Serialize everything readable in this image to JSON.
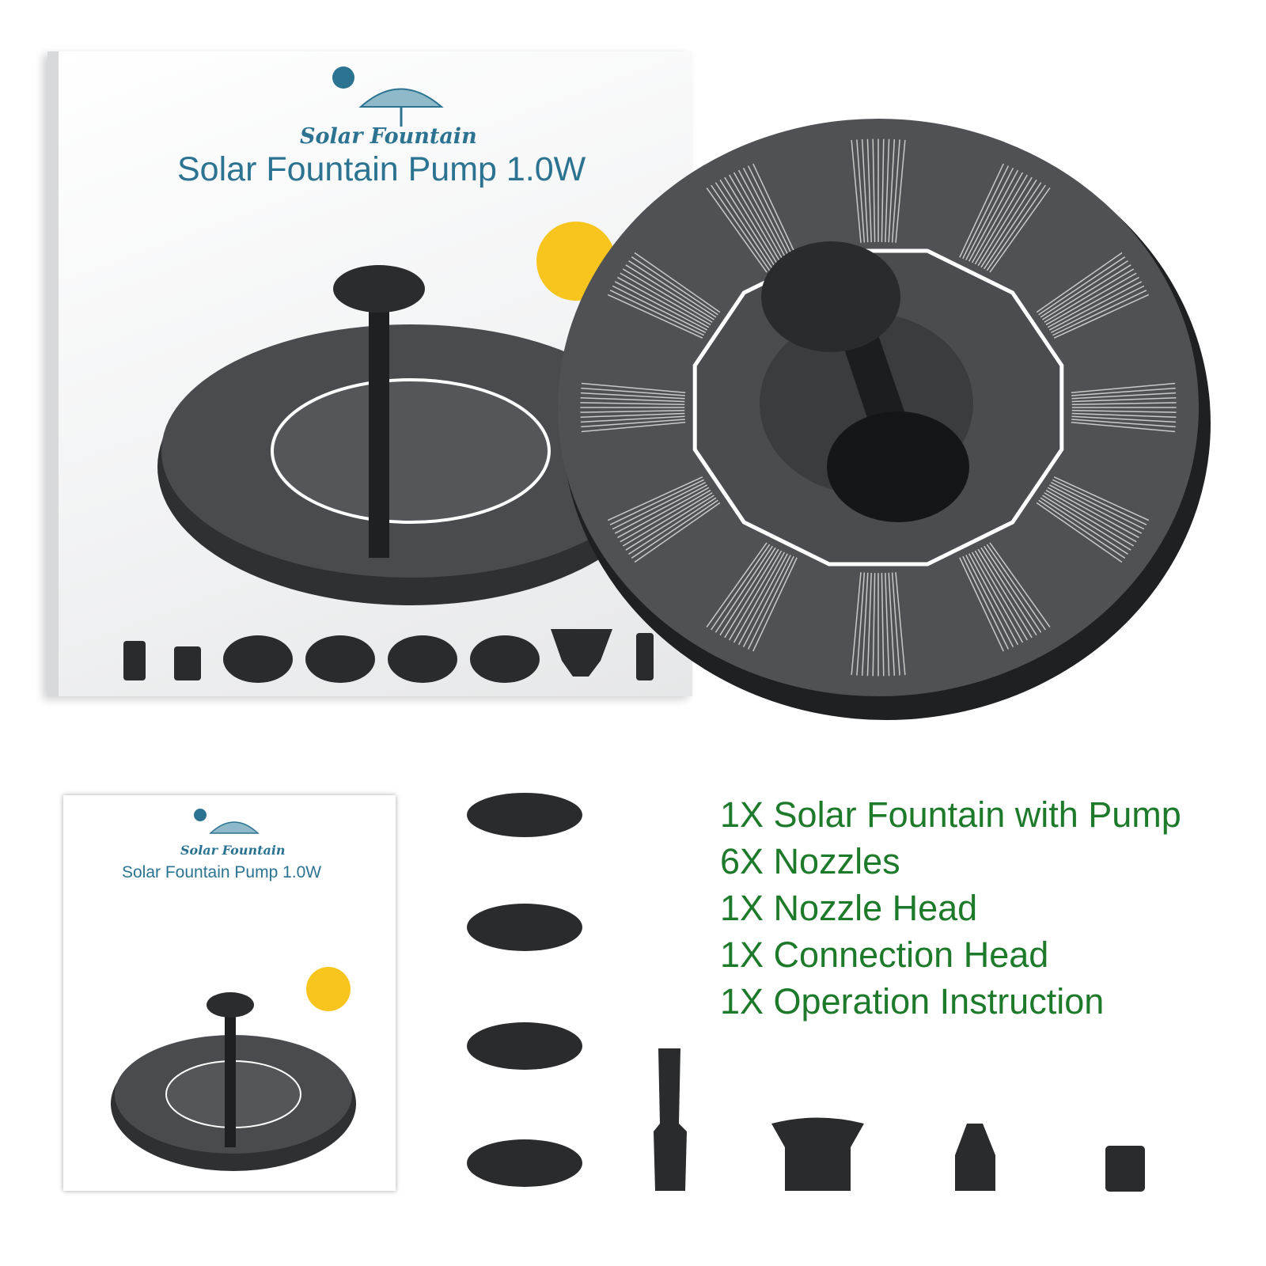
{
  "box": {
    "brand": "Solar Fountain",
    "title": "Solar Fountain Pump 1.0W"
  },
  "manual": {
    "brand": "Solar Fountain",
    "title": "Solar Fountain Pump 1.0W"
  },
  "contents": [
    "1X Solar Fountain with Pump",
    "6X Nozzles",
    "1X Nozzle Head",
    "1X Connection Head",
    "1X Operation Instruction"
  ],
  "colors": {
    "brand_blue": "#2b7391",
    "contents_green": "#1e7a2b",
    "panel_dark": "#3a3b3d",
    "sun_yellow": "#f7c51e"
  }
}
